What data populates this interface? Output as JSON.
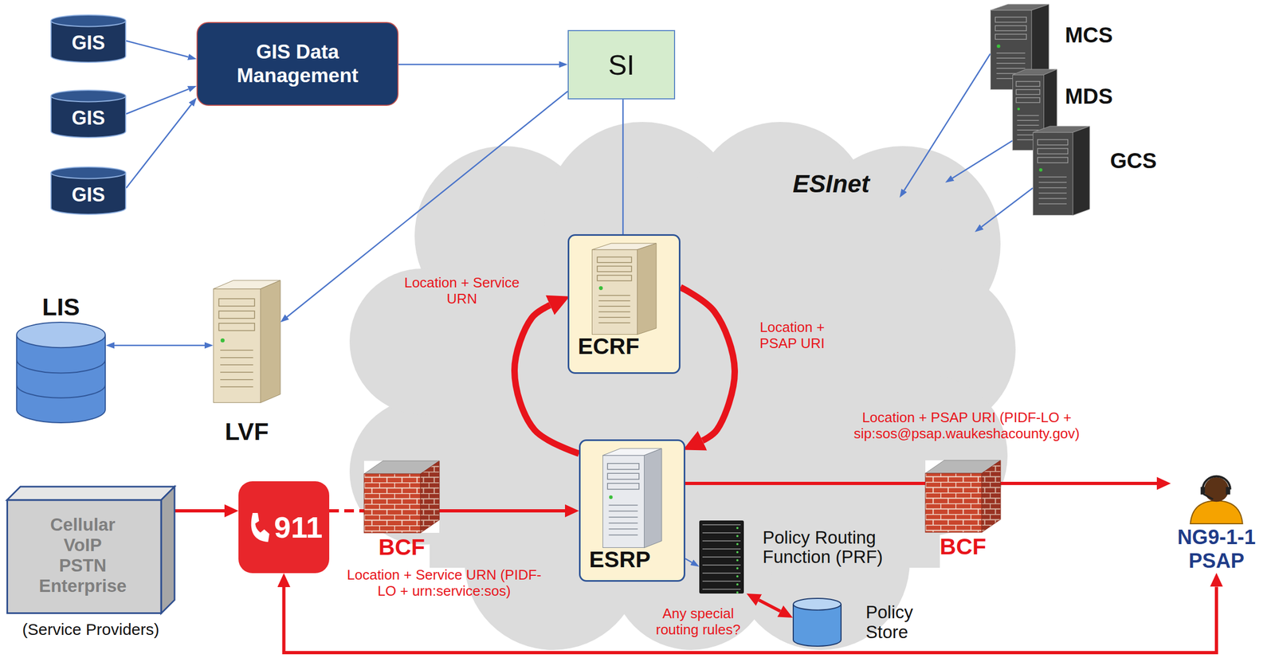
{
  "diagram": {
    "nodes": [
      {
        "text": [
          "GIS"
        ]
      },
      {
        "text": [
          "GIS"
        ]
      },
      {
        "text": [
          "GIS"
        ]
      },
      {
        "text": [
          "GIS Data Management"
        ]
      },
      {
        "text": [
          "SI"
        ]
      },
      {
        "text": [
          "MCS"
        ]
      },
      {
        "text": [
          "MDS"
        ]
      },
      {
        "text": [
          "GCS"
        ]
      },
      {
        "text": [
          "ESInet"
        ]
      },
      {
        "text": [
          "ECRF"
        ],
        "in": 8
      },
      {
        "text": [
          "LIS"
        ]
      },
      {
        "text": [
          "LVF"
        ]
      },
      {
        "text": [
          "ESRP"
        ],
        "in": 8
      },
      {
        "text": [
          "Policy Routing Function (PRF)"
        ],
        "in": 8
      },
      {
        "text": [
          "Policy Store"
        ]
      },
      {
        "text": [
          "Cellular VoIP PSTN Enterprise",
          "(Service Providers)"
        ]
      },
      {
        "text": [
          "911"
        ]
      },
      {
        "text": [
          "BCF"
        ]
      },
      {
        "text": [
          "BCF"
        ]
      },
      {
        "text": [
          "NG9-1-1 PSAP"
        ]
      }
    ],
    "edges": [
      {
        "from": 0,
        "to": 3,
        "arrow": "to"
      },
      {
        "from": 1,
        "to": 3,
        "arrow": "to"
      },
      {
        "from": 2,
        "to": 3,
        "arrow": "to"
      },
      {
        "from": 3,
        "to": 4,
        "arrow": "to"
      },
      {
        "from": 4,
        "to": 11,
        "arrow": "to"
      },
      {
        "from": 4,
        "to": 9,
        "arrow": "none"
      },
      {
        "from": 5,
        "to": 8,
        "arrow": "to"
      },
      {
        "from": 6,
        "to": 8,
        "arrow": "to"
      },
      {
        "from": 7,
        "to": 8,
        "arrow": "to"
      },
      {
        "from": 10,
        "to": 11,
        "arrow": "both"
      },
      {
        "from": 12,
        "to": 9,
        "arrow": "to",
        "label": "Location + Service URN"
      },
      {
        "from": 9,
        "to": 12,
        "arrow": "to",
        "label": "Location + PSAP URI"
      },
      {
        "from": 15,
        "to": 16,
        "arrow": "to"
      },
      {
        "from": 16,
        "to": 17,
        "arrow": "none"
      },
      {
        "from": 17,
        "to": 12,
        "arrow": "to",
        "label": "Location + Service URN (PIDF-LO + urn:service:sos)"
      },
      {
        "from": 12,
        "to": 18,
        "arrow": "none",
        "label": "Location + PSAP URI (PIDF-LO + sip:sos@psap.waukeshacounty.gov)"
      },
      {
        "from": 18,
        "to": 19,
        "arrow": "to"
      },
      {
        "from": 19,
        "to": 16,
        "arrow": "both"
      },
      {
        "from": 12,
        "to": 13,
        "arrow": "to"
      },
      {
        "from": 13,
        "to": 14,
        "arrow": "both",
        "label": "Any special routing rules?"
      }
    ]
  }
}
